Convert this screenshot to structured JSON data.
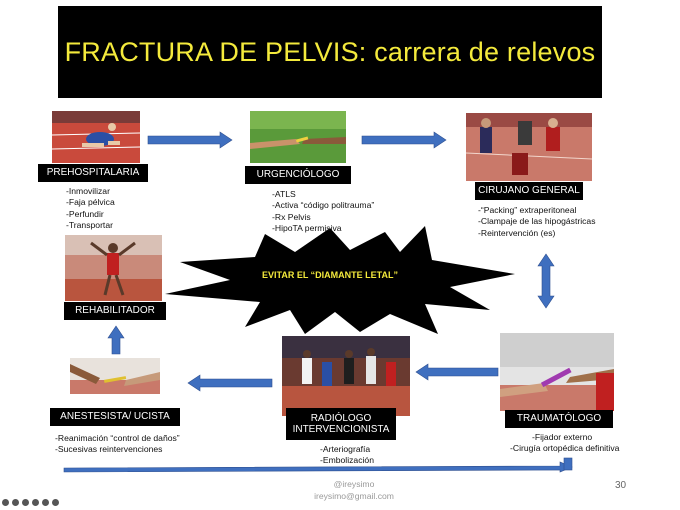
{
  "title": "FRACTURA DE PELVIS: carrera de relevos",
  "center_text": "EVITAR EL “DIAMANTE LETAL”",
  "stations": {
    "prehospitalaria": {
      "label": "PREHOSPITALARIA",
      "items": [
        "-Inmovilizar",
        "-Faja pélvica",
        "-Perfundir",
        "-Transportar"
      ]
    },
    "urgenciologo": {
      "label": "URGENCIÓLOGO",
      "items": [
        "-ATLS",
        "-Activa “código politrauma”",
        "-Rx Pelvis",
        "-HipoTA permisiva"
      ]
    },
    "cirujano": {
      "label": "CIRUJANO GENERAL",
      "items": [
        "-“Packing” extraperitoneal",
        "-Clampaje de las hipogástricas",
        "-Reintervención (es)"
      ]
    },
    "traumatologo": {
      "label": "TRAUMATÓLOGO",
      "items": [
        "-Fijador externo",
        "-Cirugía ortopédica definitiva"
      ]
    },
    "radiologo": {
      "label_line1": "RADIÓLOGO",
      "label_line2": "INTERVENCIONISTA",
      "items": [
        "-Arteriografía",
        "-Embolización"
      ]
    },
    "anestesista": {
      "label": "ANESTESISTA/ UCISTA",
      "items": [
        "-Reanimación “control de daños”",
        "-Sucesivas reintervenciones"
      ]
    },
    "rehabilitador": {
      "label": "REHABILITADOR"
    }
  },
  "footer": {
    "handle": "@ireysimo",
    "email": "ireysimo@gmail.com",
    "page_number": "30"
  },
  "colors": {
    "title_bg": "#000000",
    "title_text": "#f4ea3c",
    "arrow": "#3f6fbf",
    "star": "#000000",
    "center_text": "#f4ea3c"
  }
}
